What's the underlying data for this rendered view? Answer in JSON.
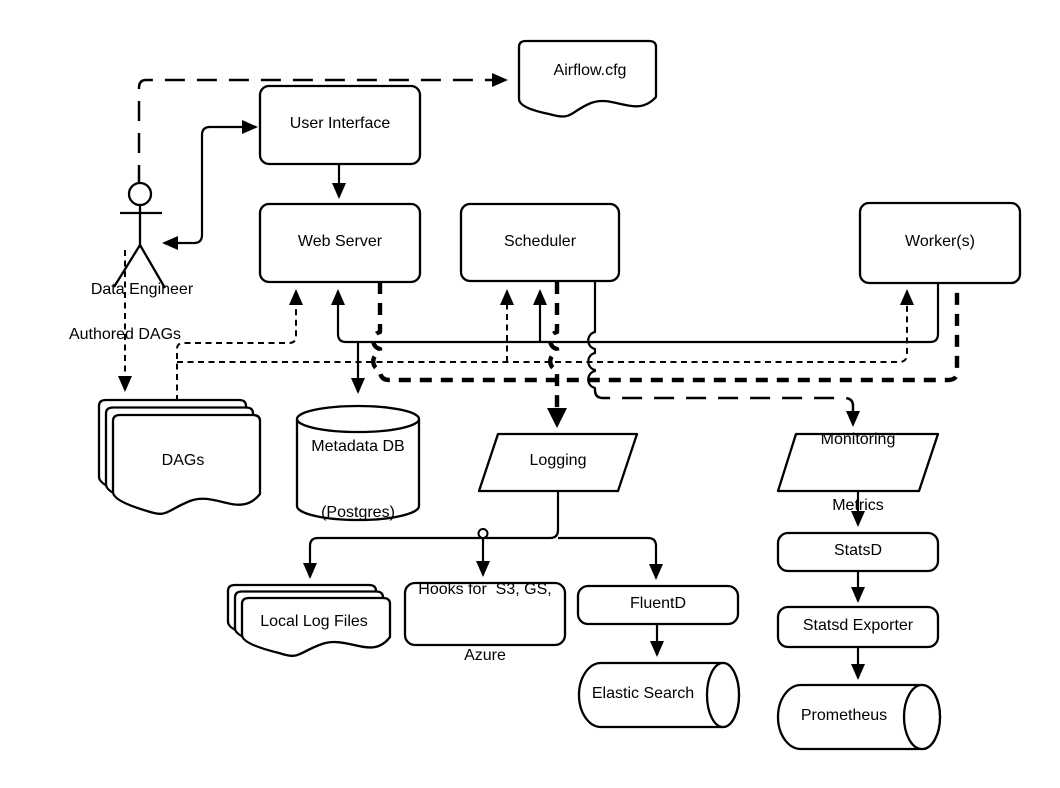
{
  "diagram": {
    "title": "Airflow architecture diagram",
    "colors": {
      "line": "#000000",
      "fill": "#ffffff",
      "text": "#000000"
    },
    "icons": {
      "data_engineer": "person-icon"
    },
    "nodes": {
      "airflow_cfg": {
        "label": "Airflow.cfg",
        "shape": "document"
      },
      "user_interface": {
        "label": "User Interface",
        "shape": "box"
      },
      "web_server": {
        "label": "Web Server",
        "shape": "box"
      },
      "scheduler": {
        "label": "Scheduler",
        "shape": "box"
      },
      "workers": {
        "label": "Worker(s)",
        "shape": "box"
      },
      "data_engineer": {
        "label": "Data Engineer",
        "shape": "actor"
      },
      "authored_dags": {
        "label": "Authored DAGs",
        "shape": "edge-label"
      },
      "dags": {
        "label": "DAGs",
        "shape": "multi-document"
      },
      "metadata_db": {
        "line1": "Metadata DB",
        "line2": "(Postgres)",
        "shape": "cylinder"
      },
      "logging": {
        "label": "Logging",
        "shape": "parallelogram"
      },
      "monitoring": {
        "line1": "Monitoring",
        "line2": "Metrics",
        "shape": "parallelogram"
      },
      "local_log_files": {
        "label": "Local Log Files",
        "shape": "multi-document"
      },
      "hooks": {
        "line1": "Hooks for  S3, GS,",
        "line2": "Azure",
        "shape": "box"
      },
      "fluentd": {
        "label": "FluentD",
        "shape": "box"
      },
      "elastic_search": {
        "label": "Elastic Search",
        "shape": "horizontal-cylinder"
      },
      "statsd": {
        "label": "StatsD",
        "shape": "box"
      },
      "statsd_exporter": {
        "label": "Statsd Exporter",
        "shape": "box"
      },
      "prometheus": {
        "label": "Prometheus",
        "shape": "horizontal-cylinder"
      }
    },
    "edges": [
      {
        "from": "Data Engineer",
        "to": "Airflow.cfg",
        "style": "long-dashed",
        "arrow": "to"
      },
      {
        "from": "User Interface",
        "to": "Data Engineer",
        "style": "solid",
        "arrow": "both"
      },
      {
        "from": "User Interface",
        "to": "Web Server",
        "style": "solid",
        "arrow": "to"
      },
      {
        "from": "Worker(s)",
        "to": "Web Server",
        "style": "solid",
        "arrow": "to"
      },
      {
        "from": "Worker(s)",
        "to": "Scheduler",
        "style": "solid",
        "arrow": "to"
      },
      {
        "from": "Worker(s)",
        "to": "Metadata DB (Postgres)",
        "style": "solid",
        "arrow": "to"
      },
      {
        "from": "Data Engineer",
        "to": "DAGs",
        "style": "dashed",
        "arrow": "to",
        "label": "Authored DAGs"
      },
      {
        "from": "DAGs",
        "to": "Web Server",
        "style": "dashed",
        "arrow": "to"
      },
      {
        "from": "DAGs",
        "to": "Scheduler",
        "style": "dashed",
        "arrow": "to"
      },
      {
        "from": "DAGs",
        "to": "Worker(s)",
        "style": "dashed",
        "arrow": "to"
      },
      {
        "from": "Web Server",
        "to": "Logging",
        "style": "bold-dashed",
        "arrow": "to"
      },
      {
        "from": "Scheduler",
        "to": "Logging",
        "style": "bold-dashed",
        "arrow": "to"
      },
      {
        "from": "Worker(s)",
        "to": "Logging",
        "style": "bold-dashed",
        "arrow": "to"
      },
      {
        "from": "Scheduler",
        "to": "Monitoring Metrics",
        "style": "long-dashed",
        "arrow": "to"
      },
      {
        "from": "Logging",
        "to": "Local Log Files",
        "style": "solid",
        "arrow": "to"
      },
      {
        "from": "Logging",
        "to": "Hooks for  S3, GS, Azure",
        "style": "solid",
        "arrow": "to"
      },
      {
        "from": "Logging",
        "to": "FluentD",
        "style": "solid",
        "arrow": "to"
      },
      {
        "from": "FluentD",
        "to": "Elastic Search",
        "style": "solid",
        "arrow": "to"
      },
      {
        "from": "Monitoring Metrics",
        "to": "StatsD",
        "style": "solid",
        "arrow": "to"
      },
      {
        "from": "StatsD",
        "to": "Statsd Exporter",
        "style": "solid",
        "arrow": "to"
      },
      {
        "from": "Statsd Exporter",
        "to": "Prometheus",
        "style": "solid",
        "arrow": "to"
      }
    ]
  }
}
